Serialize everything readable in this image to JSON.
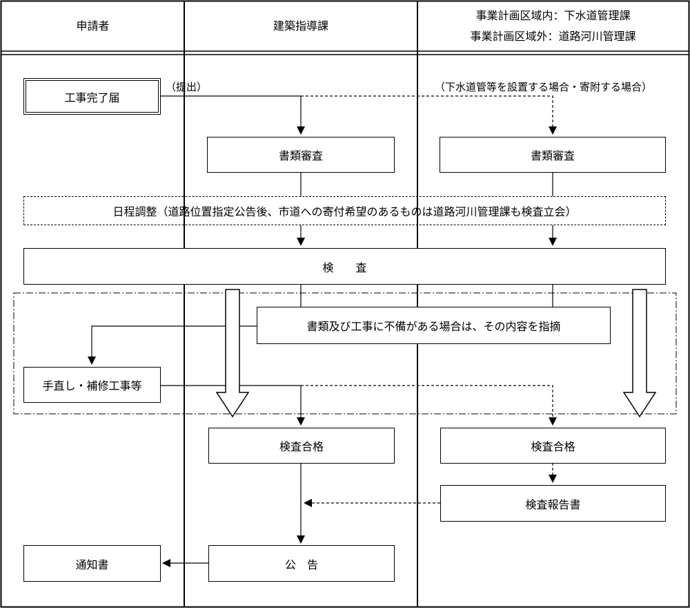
{
  "header": {
    "col1": "申請者",
    "col2": "建築指導課",
    "col3_line1": "事業計画区域内：下水道管理課",
    "col3_line2": "事業計画区域外：道路河川管理課"
  },
  "nodes": {
    "completion_report": "工事完了届",
    "doc_review_left": "書類審査",
    "doc_review_right": "書類審査",
    "schedule": "日程調整（道路位置指定公告後、市道への寄付希望のあるものは道路河川管理課も検査立会）",
    "inspection": "検　　査",
    "defect_notice": "書類及び工事に不備がある場合は、その内容を指摘",
    "repair": "手直し・補修工事等",
    "pass_left": "検査合格",
    "pass_right": "検査合格",
    "report": "検査報告書",
    "notification": "通知書",
    "announcement": "公　告"
  },
  "notes": {
    "submit": "（提出）",
    "sewer_condition": "（下水道管等を設置する場合・寄附する場合）"
  }
}
